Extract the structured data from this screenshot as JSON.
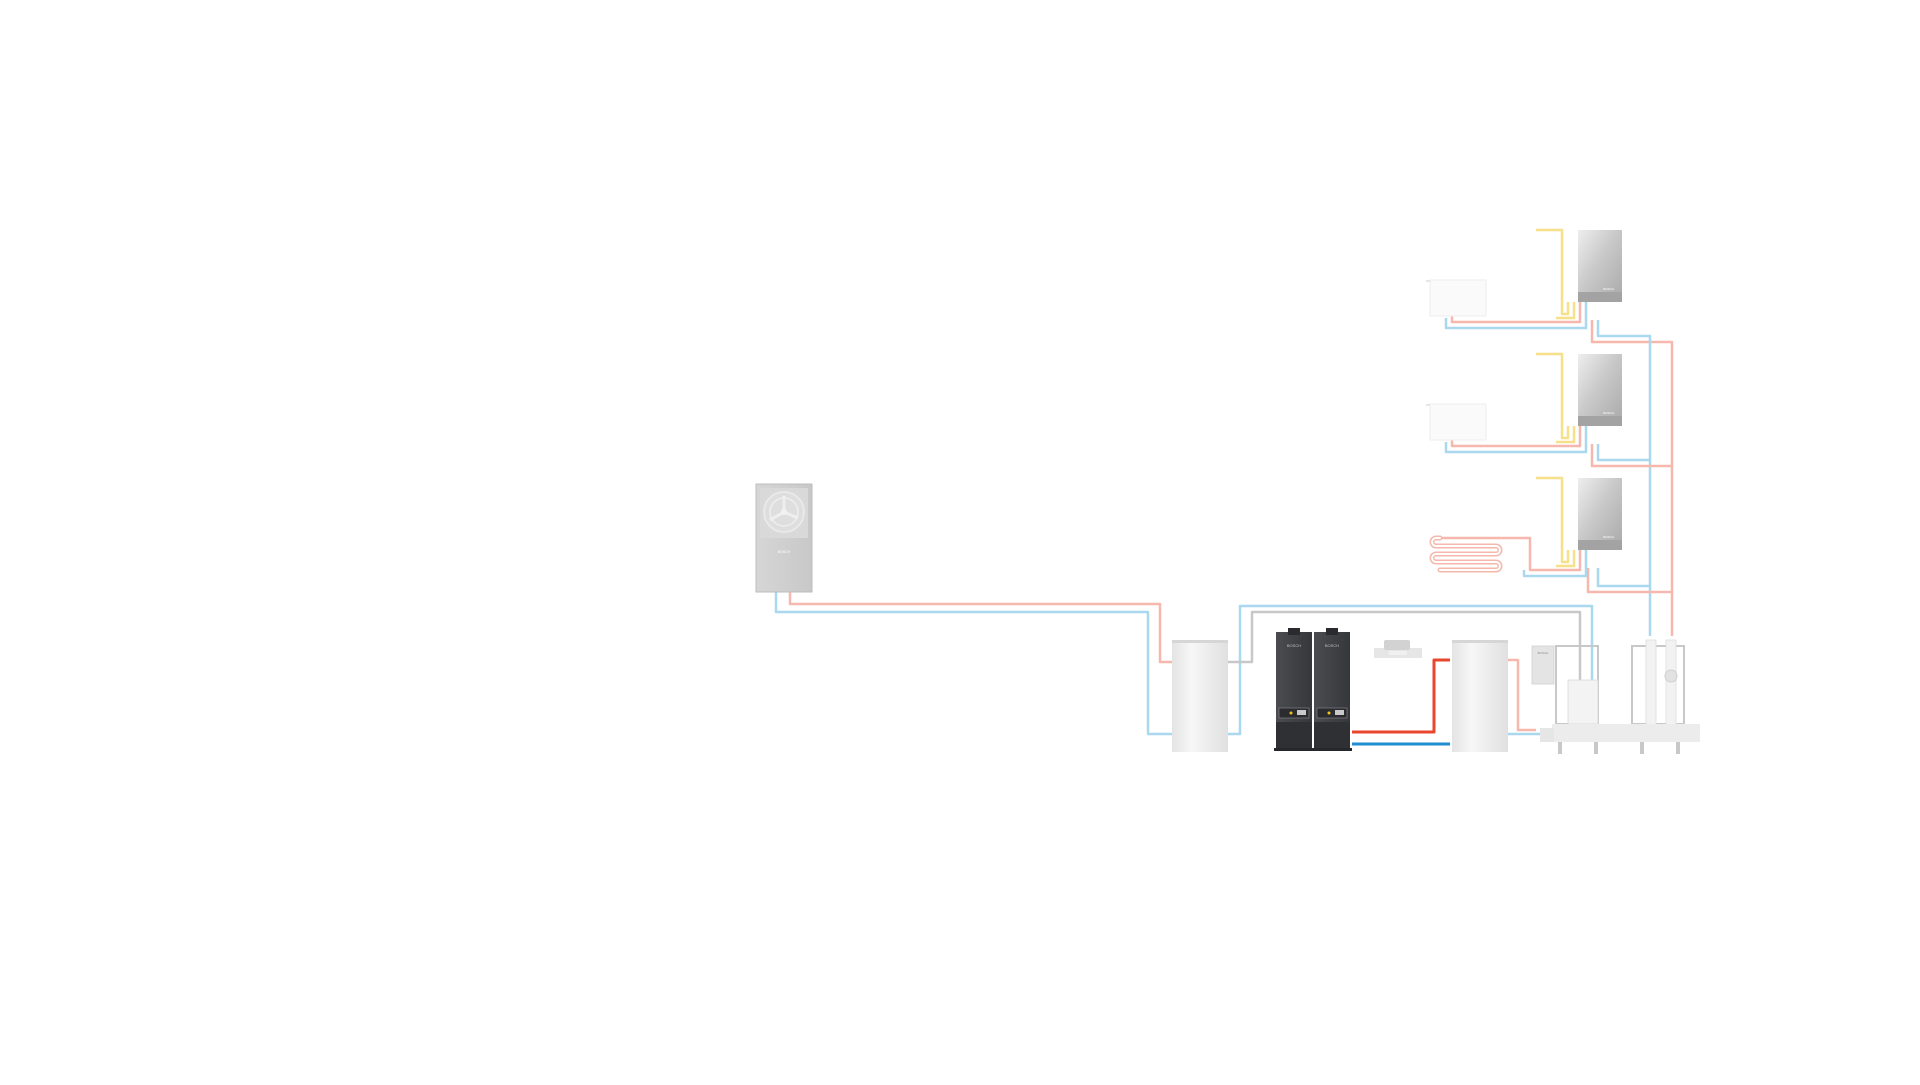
{
  "brand": {
    "heat_pump_logo": "BOSCH",
    "boiler_left_logo": "BOSCH",
    "boiler_right_logo": "BOSCH",
    "hiu_logo": "BOSCH",
    "control_logo": "BOSCH"
  },
  "colors": {
    "background": "#ffffff",
    "flow_faded": "#f6b8ad",
    "return_faded": "#a9d8ef",
    "flow_active": "#e8462d",
    "return_active": "#1f8fd1",
    "dhw": "#f7e08a",
    "gas": "#c8c8c8",
    "unit_grey": "#cfcfcf",
    "boiler_dark": "#3d3f43",
    "tank": "#efefef"
  },
  "icons": {
    "fan": "fan-icon",
    "radiator": "radiator-icon",
    "underfloor": "underfloor-heating-icon"
  }
}
